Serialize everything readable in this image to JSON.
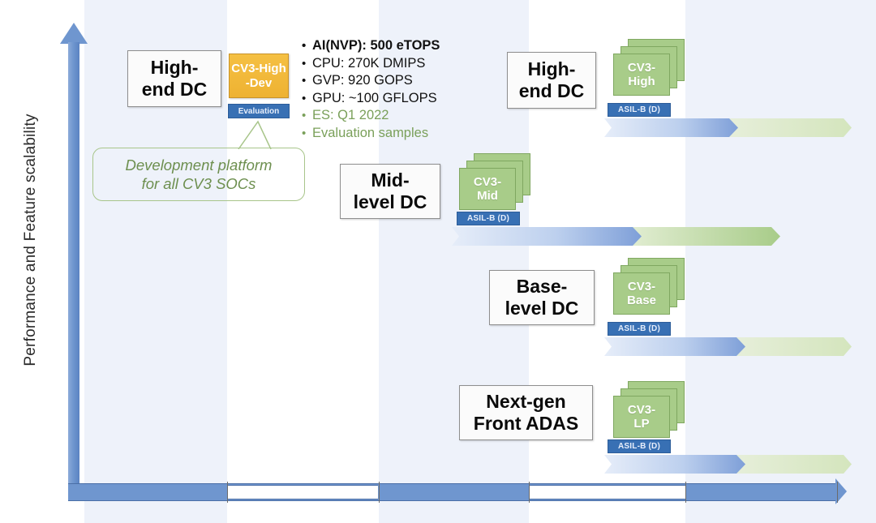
{
  "axes": {
    "y_label": "Performance and Feature scalability",
    "x_label": ""
  },
  "dev_platform": {
    "category_label": "High-\nend DC",
    "chip_label": "CV3-High\n-Dev",
    "badge_label": "Evaluation",
    "callout_line1": "Development platform",
    "callout_line2": "for all CV3 SOCs",
    "specs": [
      {
        "text": "AI(NVP): 500 eTOPS",
        "style": "bold"
      },
      {
        "text": "CPU: 270K DMIPS",
        "style": "normal"
      },
      {
        "text": "GVP: 920 GOPS",
        "style": "normal"
      },
      {
        "text": "GPU: ~100 GFLOPS",
        "style": "normal"
      },
      {
        "text": "ES: Q1 2022",
        "style": "green"
      },
      {
        "text": "Evaluation samples",
        "style": "green"
      }
    ]
  },
  "rows": [
    {
      "id": "high-end-dc",
      "category_label": "High-\nend DC",
      "chip_label": "CV3-\nHigh",
      "asil_label": "ASIL-B (D)"
    },
    {
      "id": "mid-level-dc",
      "category_label": "Mid-\nlevel DC",
      "chip_label": "CV3-\nMid",
      "asil_label": "ASIL-B (D)"
    },
    {
      "id": "base-level-dc",
      "category_label": "Base-\nlevel DC",
      "chip_label": "CV3-\nBase",
      "asil_label": "ASIL-B (D)"
    },
    {
      "id": "next-gen-front-adas",
      "category_label": "Next-gen\nFront ADAS",
      "chip_label": "CV3-\nLP",
      "asil_label": "ASIL-B (D)"
    }
  ],
  "colors": {
    "chip_green": "#a8cc89",
    "chip_green_border": "#7fa760",
    "asil_blue": "#3870b4",
    "dev_orange": "#eeb232",
    "axis_blue": "#6f96cf",
    "band_blue": "#eef2fa",
    "callout_green": "#6d8f4f"
  }
}
